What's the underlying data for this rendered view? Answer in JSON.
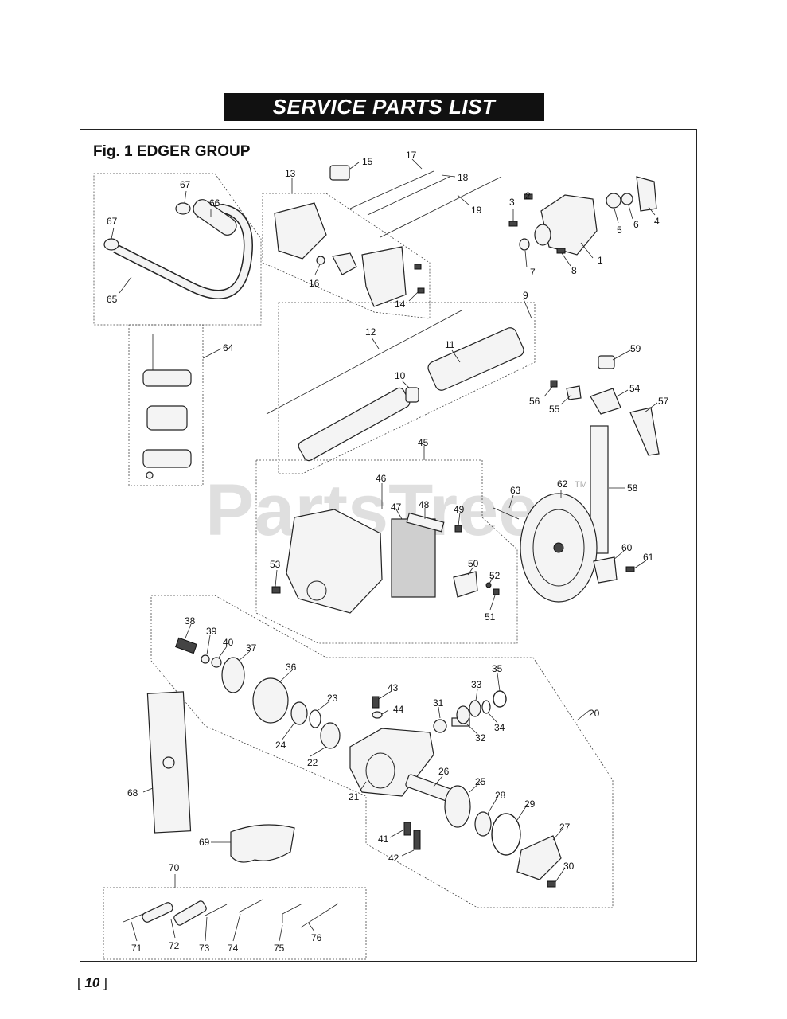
{
  "header": {
    "title": "SERVICE PARTS LIST"
  },
  "figure": {
    "title": "Fig. 1  EDGER GROUP"
  },
  "watermark": "PartsTree",
  "watermark_tm": "TM",
  "page": {
    "left_bracket": "[",
    "number": "10",
    "right_bracket": "]"
  },
  "callouts": [
    "1",
    "2",
    "3",
    "4",
    "5",
    "6",
    "7",
    "8",
    "9",
    "10",
    "11",
    "12",
    "13",
    "14",
    "15",
    "16",
    "17",
    "18",
    "19",
    "20",
    "21",
    "22",
    "23",
    "24",
    "25",
    "26",
    "27",
    "28",
    "29",
    "30",
    "31",
    "32",
    "33",
    "34",
    "35",
    "36",
    "37",
    "38",
    "39",
    "40",
    "41",
    "42",
    "43",
    "44",
    "45",
    "46",
    "47",
    "48",
    "49",
    "50",
    "51",
    "52",
    "53",
    "54",
    "55",
    "56",
    "57",
    "58",
    "59",
    "60",
    "61",
    "62",
    "63",
    "64",
    "65",
    "66",
    "67",
    "67",
    "68",
    "69",
    "70",
    "71",
    "72",
    "73",
    "74",
    "75",
    "76"
  ],
  "colors": {
    "ink": "#111111",
    "paper": "#ffffff",
    "watermark": "#999999"
  }
}
